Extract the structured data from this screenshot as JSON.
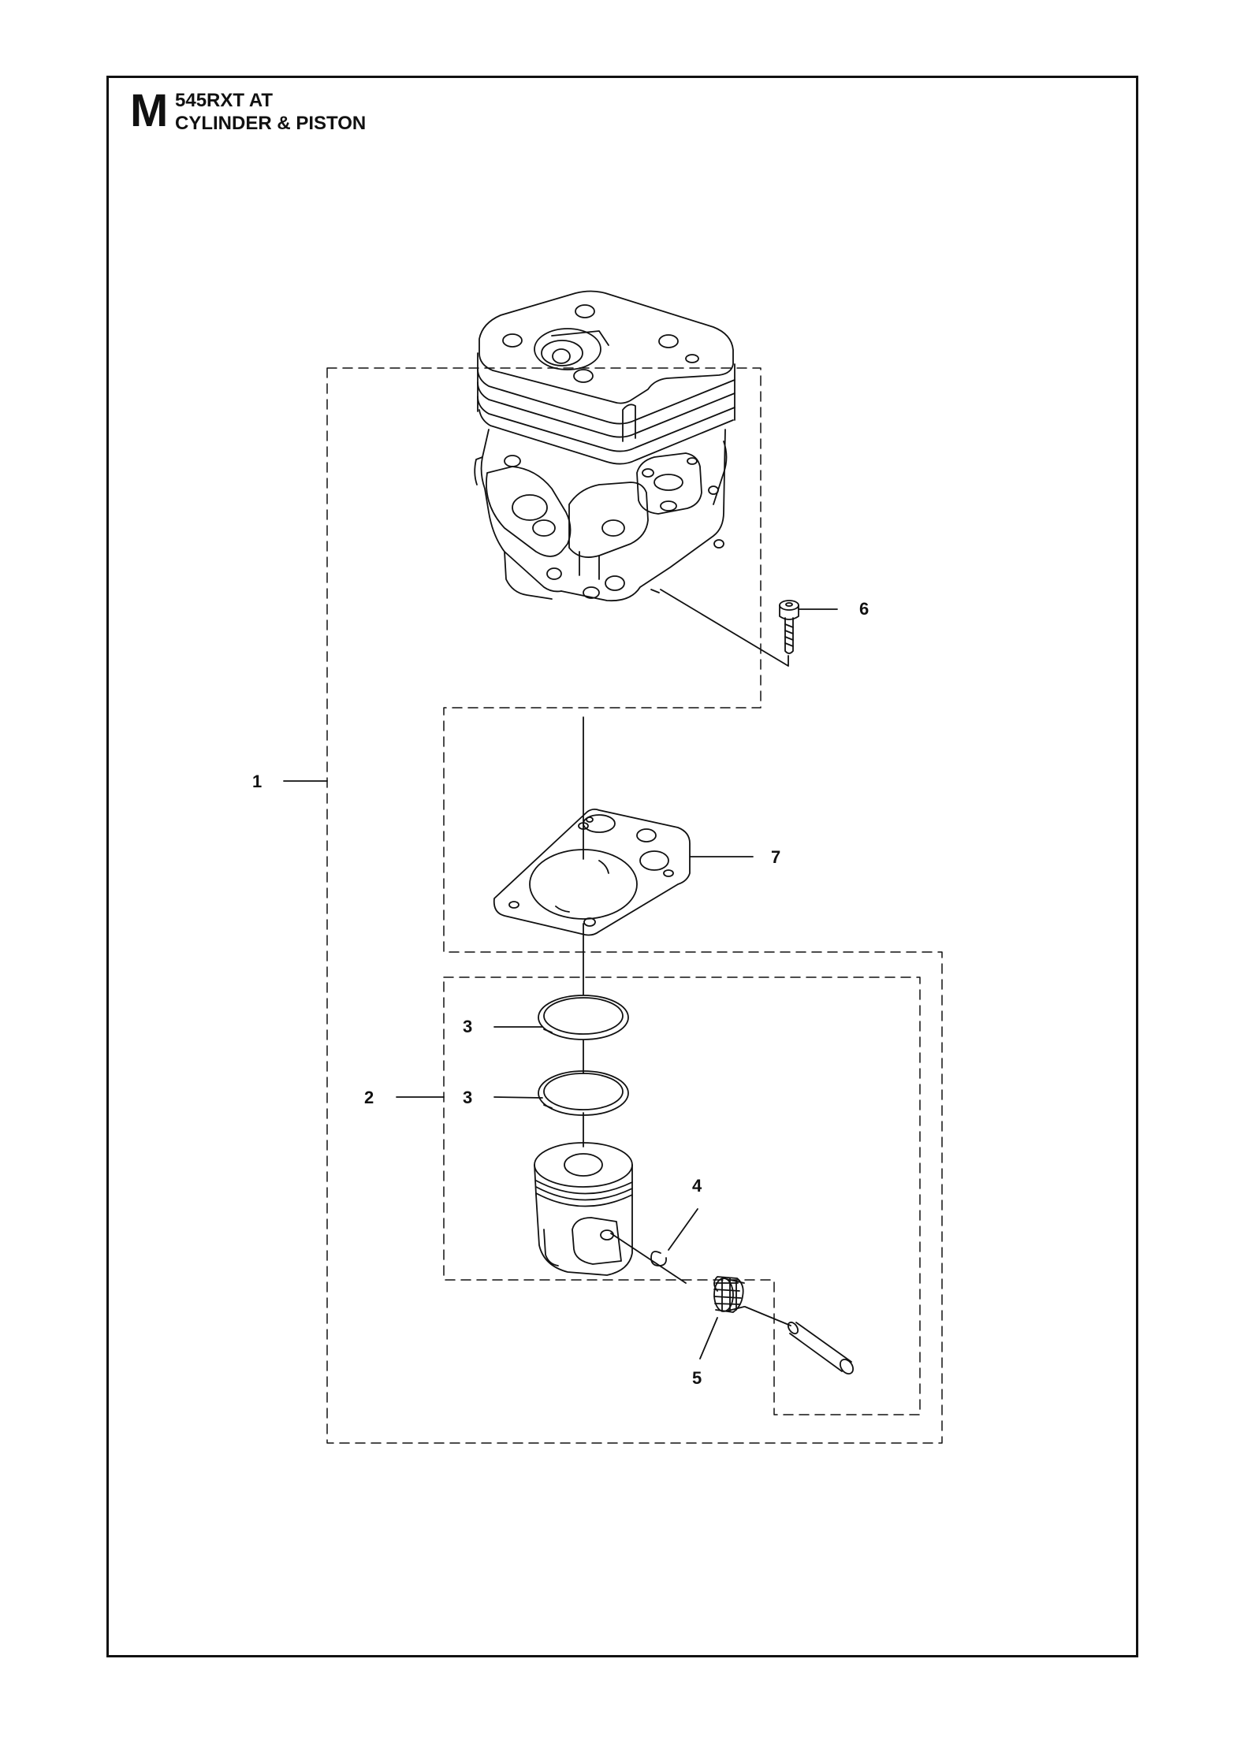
{
  "header": {
    "section_letter": "M",
    "model": "545RXT AT",
    "title": "CYLINDER & PISTON"
  },
  "callouts": {
    "c1": "1",
    "c2": "2",
    "c3a": "3",
    "c3b": "3",
    "c4": "4",
    "c5": "5",
    "c6": "6",
    "c7": "7"
  },
  "colors": {
    "line": "#111111",
    "background": "#ffffff"
  }
}
